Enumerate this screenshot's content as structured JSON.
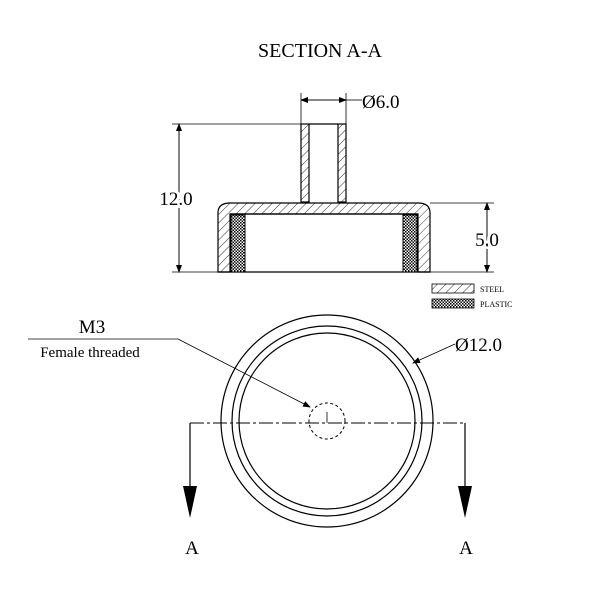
{
  "title": "SECTION A-A",
  "dimensions": {
    "stem_diameter": "Ø6.0",
    "total_height": "12.0",
    "base_height": "5.0",
    "outer_diameter": "Ø12.0"
  },
  "legend": {
    "steel": "STEEL",
    "plastic": "PLASTIC"
  },
  "callout": {
    "thread": "M3",
    "description": "Female threaded"
  },
  "section_marks": {
    "left": "A",
    "right": "A"
  },
  "colors": {
    "ink": "#000000",
    "background": "#ffffff"
  }
}
